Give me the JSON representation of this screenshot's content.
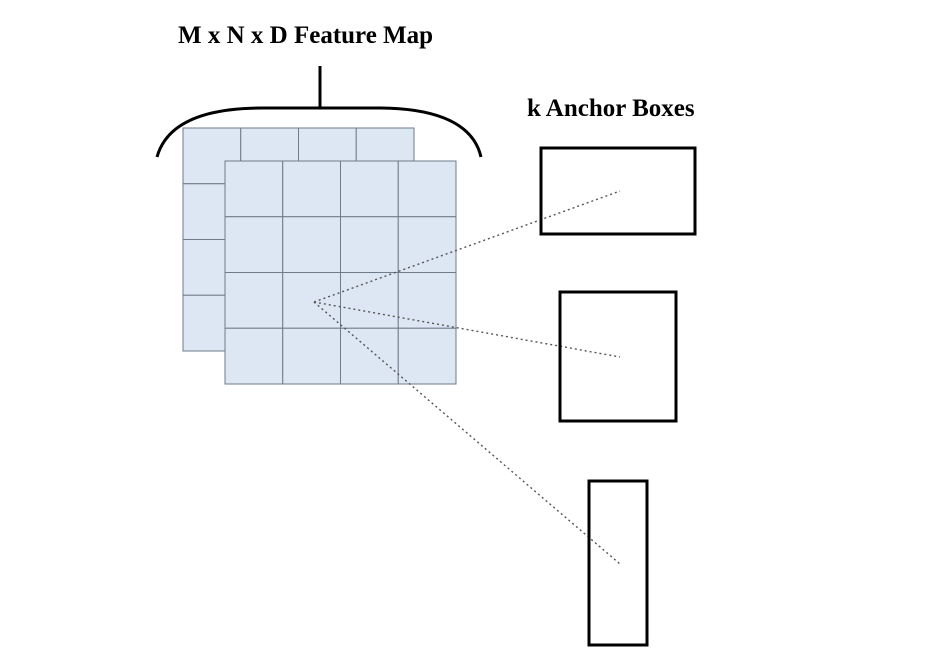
{
  "diagram": {
    "feature_map_title": "M x N x D Feature Map",
    "anchor_title": "k Anchor Boxes"
  },
  "colors": {
    "cell_fill": "#dde7f3",
    "cell_stroke": "#6f7b89",
    "ink": "#000000",
    "connector": "#555555",
    "background": "#ffffff"
  },
  "feature_map": {
    "rows": 4,
    "cols": 4,
    "layers": 2
  },
  "anchor_boxes": {
    "count": 3,
    "shapes": [
      "wide",
      "square",
      "tall"
    ]
  }
}
